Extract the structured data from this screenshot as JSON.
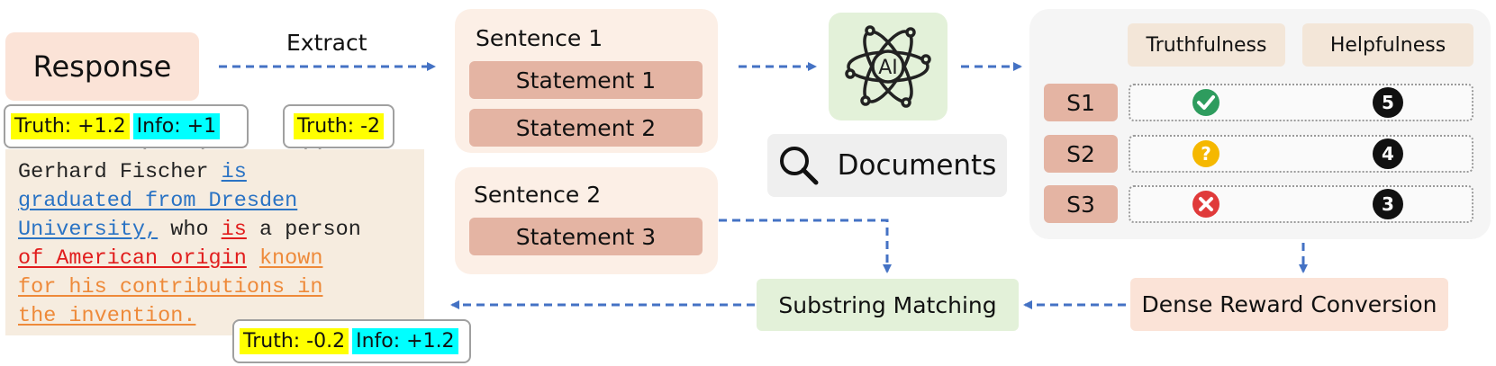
{
  "response_label": "Response",
  "extract_label": "Extract",
  "text_lines": [
    [
      {
        "t": "Gerhard Fischer ",
        "c": ""
      },
      {
        "t": "is",
        "c": "u-blue"
      }
    ],
    [
      {
        "t": "graduated from Dresden",
        "c": "u-blue"
      }
    ],
    [
      {
        "t": "University,",
        "c": "u-blue"
      },
      {
        "t": " who ",
        "c": ""
      },
      {
        "t": "is",
        "c": "u-red"
      },
      {
        "t": " a person",
        "c": ""
      }
    ],
    [
      {
        "t": "of American origin",
        "c": "u-red"
      },
      {
        "t": " ",
        "c": ""
      },
      {
        "t": "known",
        "c": "u-orange"
      }
    ],
    [
      {
        "t": "for his contributions in",
        "c": "u-orange"
      }
    ],
    [
      {
        "t": "the invention.",
        "c": "u-orange"
      }
    ]
  ],
  "callouts": {
    "c1": {
      "truth": "Truth: +1.2",
      "info": "Info: +1"
    },
    "c2": {
      "truth": "Truth: -2"
    },
    "c3": {
      "truth": "Truth: -0.2",
      "info": "Info: +1.2"
    }
  },
  "sentence1": {
    "title": "Sentence 1",
    "statements": [
      "Statement 1",
      "Statement 2"
    ]
  },
  "sentence2": {
    "title": "Sentence 2",
    "statements": [
      "Statement 3"
    ]
  },
  "ai_label": "AI",
  "documents_label": "Documents",
  "table": {
    "headers": [
      "Truthfulness",
      "Helpfulness"
    ],
    "rows": [
      {
        "label": "S1",
        "truth_icon": "check-icon",
        "help": "5"
      },
      {
        "label": "S2",
        "truth_icon": "question-icon",
        "help": "4"
      },
      {
        "label": "S3",
        "truth_icon": "cross-icon",
        "help": "3"
      }
    ]
  },
  "substring_label": "Substring Matching",
  "dense_label": "Dense Reward Conversion",
  "colors": {
    "arrow": "#4472c4",
    "check": "#2e9c5e",
    "question": "#f5b800",
    "cross": "#e03a3a"
  }
}
